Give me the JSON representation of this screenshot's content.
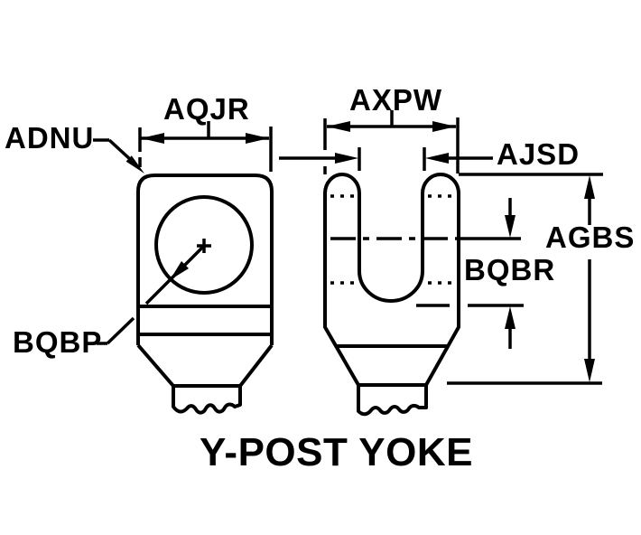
{
  "drawing": {
    "title": "Y-POST YOKE",
    "background_color": "#ffffff",
    "line_color": "#000000",
    "labels": {
      "aqjr": "AQJR",
      "adnu": "ADNU",
      "bqbp": "BQBP",
      "axpw": "AXPW",
      "ajsd": "AJSD",
      "agbs": "AGBS",
      "bqbr": "BQBR"
    }
  }
}
